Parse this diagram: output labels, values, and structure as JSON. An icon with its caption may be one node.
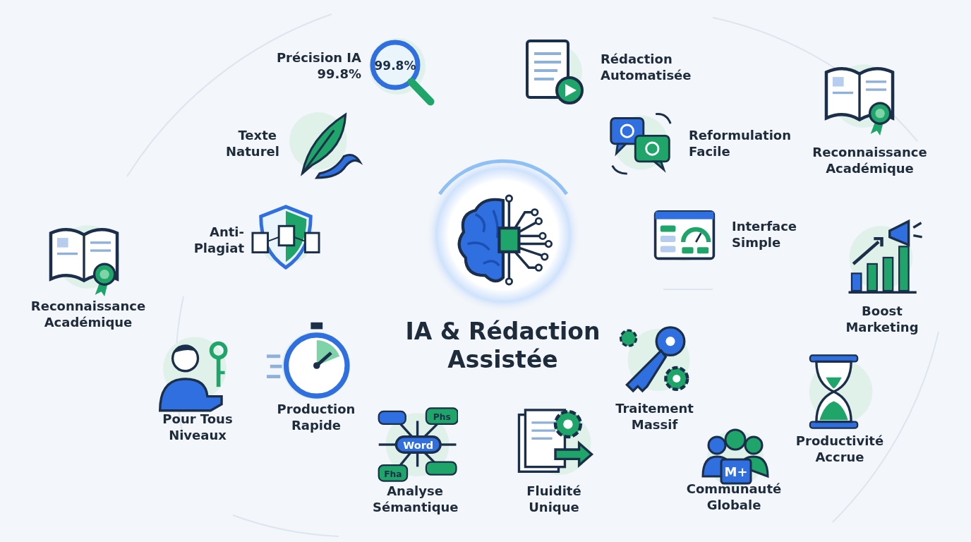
{
  "diagram": {
    "nodes": [
      {
        "text": [
          "IA & Rédaction Assistée"
        ]
      },
      {
        "text": [
          "Précision IA 99.8%"
        ]
      },
      {
        "text": [
          "Rédaction Automatisée"
        ]
      },
      {
        "text": [
          "Texte Naturel"
        ]
      },
      {
        "text": [
          "Reformulation Facile"
        ]
      },
      {
        "text": [
          "Reconnaissance Académique"
        ]
      },
      {
        "text": [
          "Interface Simple"
        ]
      },
      {
        "text": [
          "Anti-Plagiat"
        ]
      },
      {
        "text": [
          "Reconnaissance Académique"
        ]
      },
      {
        "text": [
          "Boost Marketing"
        ]
      },
      {
        "text": [
          "Production Rapide"
        ]
      },
      {
        "text": [
          "Traitement Massif"
        ]
      },
      {
        "text": [
          "Pour Tous Niveaux"
        ]
      },
      {
        "text": [
          "Productivité Accrue"
        ]
      },
      {
        "text": [
          "Analyse Sémantique"
        ]
      },
      {
        "text": [
          "Fluidité Unique"
        ]
      },
      {
        "text": [
          "Communauté Globale"
        ]
      }
    ],
    "edges": [],
    "labels": [
      "99.8%",
      "Phs",
      "Word",
      "M+",
      "Fha"
    ]
  }
}
